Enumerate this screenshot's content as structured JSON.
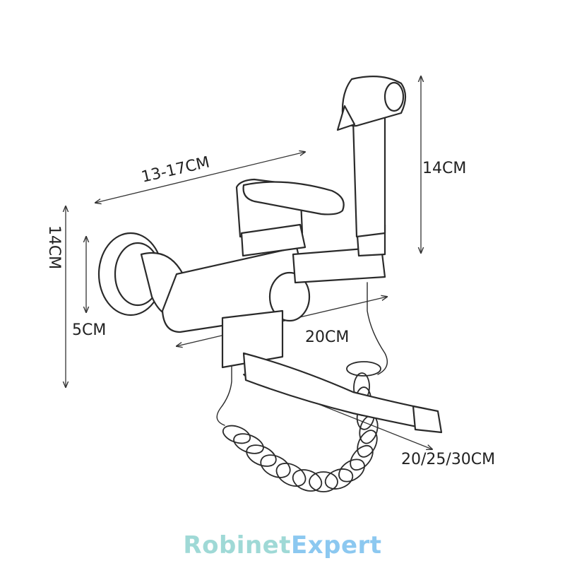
{
  "labels": {
    "width_range": "13-17CM",
    "sprayer_height": "14CM",
    "body_height": "14CM",
    "wall_offset": "5CM",
    "body_width": "20CM",
    "spout_length": "20/25/30CM"
  },
  "brand": {
    "part1": "Robinet",
    "part2": "Expert",
    "color1": "#9fd9d6",
    "color2": "#8cc8f0"
  },
  "colors": {
    "line": "#333333",
    "text": "#222222"
  }
}
